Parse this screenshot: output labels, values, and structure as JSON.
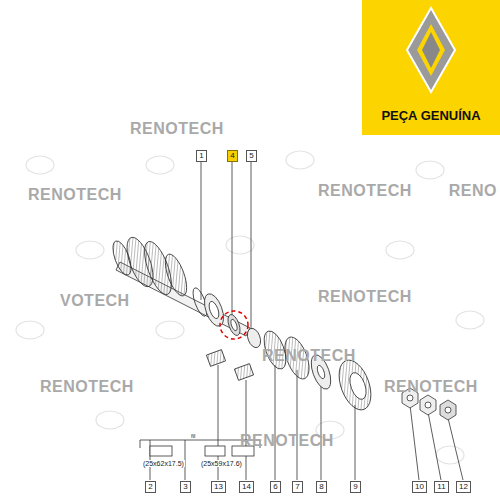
{
  "diagram": {
    "nodes": [
      {
        "text": [
          "PEÇA GENUÍNA"
        ]
      },
      {
        "text": [
          "1"
        ]
      },
      {
        "text": [
          "4"
        ]
      },
      {
        "text": [
          "5"
        ]
      },
      {
        "text": [
          "2"
        ]
      },
      {
        "text": [
          "3"
        ]
      },
      {
        "text": [
          "13"
        ]
      },
      {
        "text": [
          "14"
        ]
      },
      {
        "text": [
          "6"
        ]
      },
      {
        "text": [
          "7"
        ]
      },
      {
        "text": [
          "8"
        ]
      },
      {
        "text": [
          "9"
        ]
      },
      {
        "text": [
          "10"
        ]
      },
      {
        "text": [
          "11"
        ]
      },
      {
        "text": [
          "12"
        ]
      }
    ],
    "labels": [
      "RENOTECH",
      "RENOTECH",
      "RENO",
      "VOTECH",
      "RENOTECH",
      "RENOTECH",
      "RENOTECH",
      "RENOTECH",
      "RENOTECH",
      "RENOTECH",
      "(25x62x17.5)",
      "(25x59x17.6)",
      "fil"
    ]
  }
}
